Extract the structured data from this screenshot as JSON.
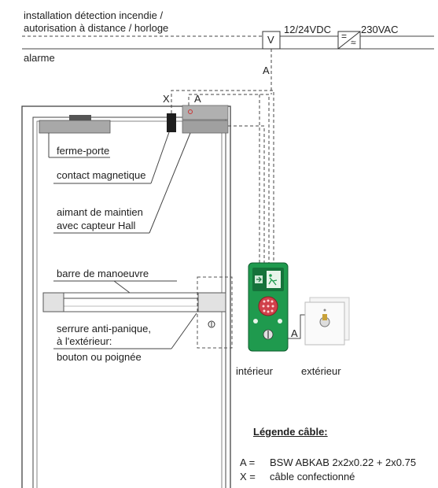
{
  "header": {
    "line1": "installation détection incendie /",
    "line2": "autorisation à distance / horloge",
    "line3": "alarme"
  },
  "power": {
    "v_label": "V",
    "voltage_dc": "12/24VDC",
    "voltage_ac": "230VAC",
    "converter_top": "=",
    "converter_bottom": "≈"
  },
  "cable_marks": {
    "a_vertical": "A",
    "x_top": "X",
    "a_top": "A",
    "a_side": "A"
  },
  "labels": {
    "door_closer": "ferme-porte",
    "magnetic_contact": "contact magnetique",
    "holding_magnet_1": "aimant de maintien",
    "holding_magnet_2": "avec capteur Hall",
    "push_bar": "barre de manoeuvre",
    "panic_lock_1": "serrure anti-panique,",
    "panic_lock_2": "à l'extérieur:",
    "panic_lock_3": "bouton ou poignée",
    "interior": "intérieur",
    "exterior": "extérieur"
  },
  "legend": {
    "title": "Légende câble:",
    "row_a_key": "A =",
    "row_a_value": "BSW ABKAB 2x2x0.22 + 2x0.75",
    "row_x_key": "X =",
    "row_x_value": "câble confectionné"
  },
  "colors": {
    "line": "#3a3a3a",
    "device_gray": "#a8a8a8",
    "terminal_green": "#1f9a4e",
    "terminal_dark": "#15723a",
    "keypad_red": "#c8323c"
  }
}
